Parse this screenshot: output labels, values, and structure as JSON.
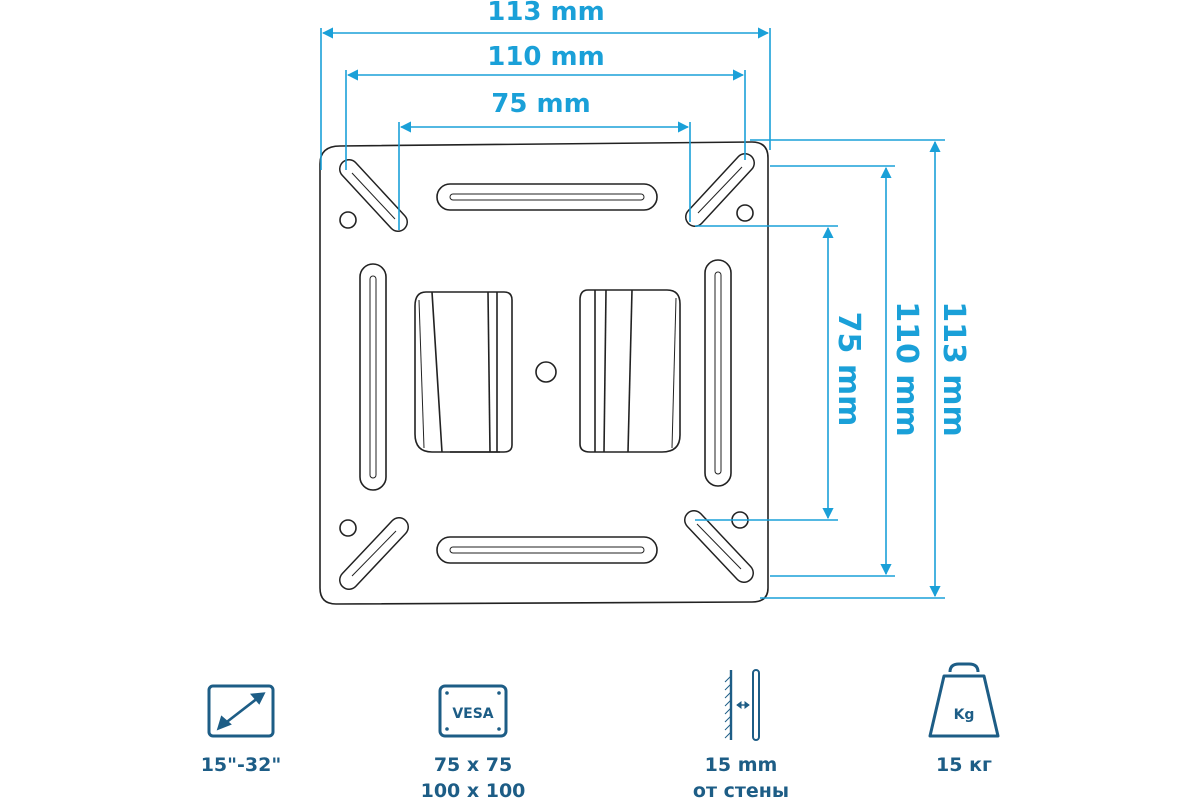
{
  "dimensions": {
    "width_outer": "113 mm",
    "width_mid": "110 mm",
    "width_inner": "75 mm",
    "height_outer": "113 mm",
    "height_mid": "110 mm",
    "height_inner": "75 mm"
  },
  "specs": [
    {
      "icon": "screen-diagonal-icon",
      "line1": "15\"-32\"",
      "line2": ""
    },
    {
      "icon": "vesa-icon",
      "icon_text": "VESA",
      "line1": "75 x 75",
      "line2": "100 x 100"
    },
    {
      "icon": "wall-distance-icon",
      "line1": "15 mm",
      "line2": "от стены"
    },
    {
      "icon": "weight-icon",
      "icon_text": "Kg",
      "line1": "15 кг",
      "line2": ""
    }
  ],
  "colors": {
    "accent": "#1aa0d8",
    "icon": "#1d5d86",
    "plate_stroke": "#222222"
  }
}
